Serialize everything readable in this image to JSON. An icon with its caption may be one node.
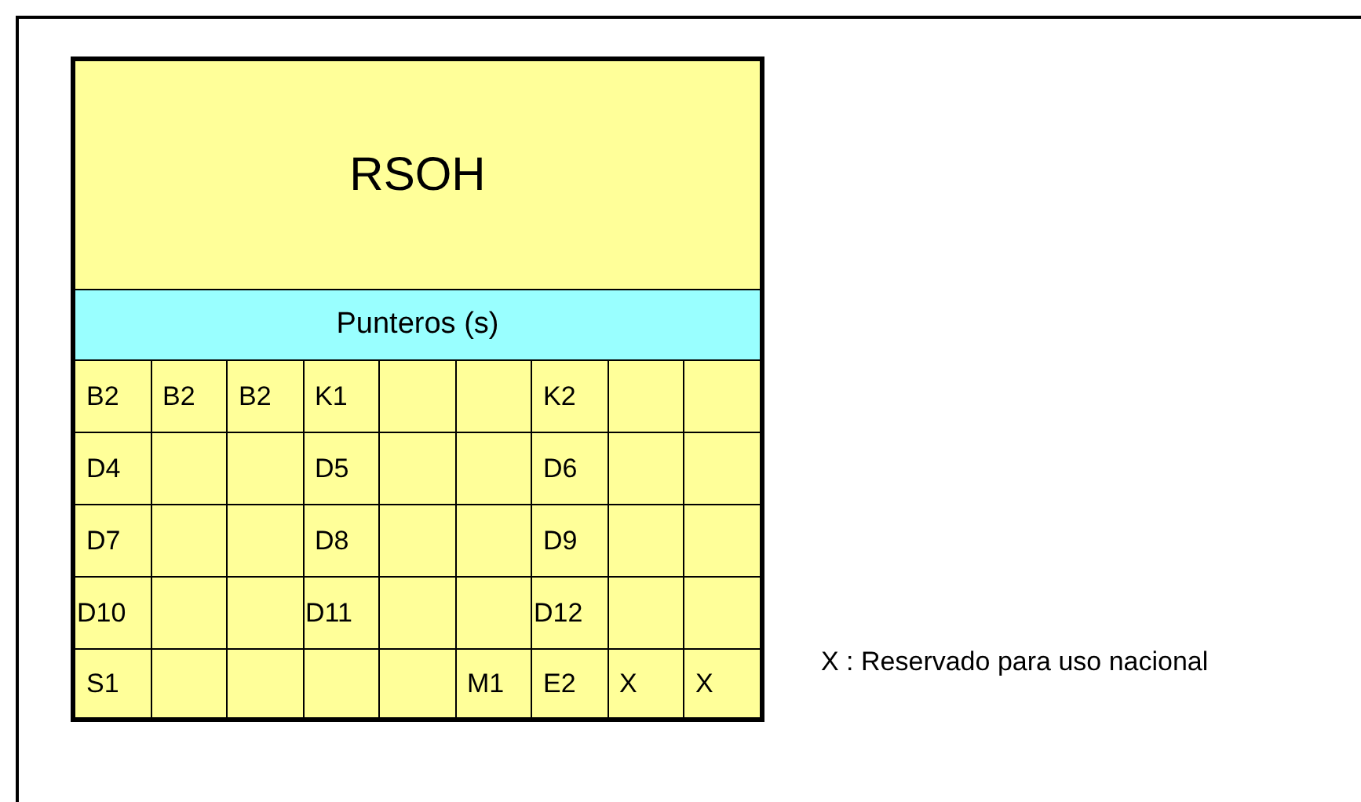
{
  "diagram": {
    "nodes": [
      {
        "text": [
          "RSOH"
        ]
      },
      {
        "text": [
          "Punteros (s)"
        ]
      }
    ],
    "labels": [
      "B2",
      "B2",
      "B2",
      "K1",
      "K2",
      "D4",
      "D5",
      "D6",
      "D7",
      "D8",
      "D9",
      "D10",
      "D11",
      "D12",
      "S1",
      "M1",
      "E2",
      "X",
      "X",
      "X : Reservado para uso nacional"
    ]
  }
}
